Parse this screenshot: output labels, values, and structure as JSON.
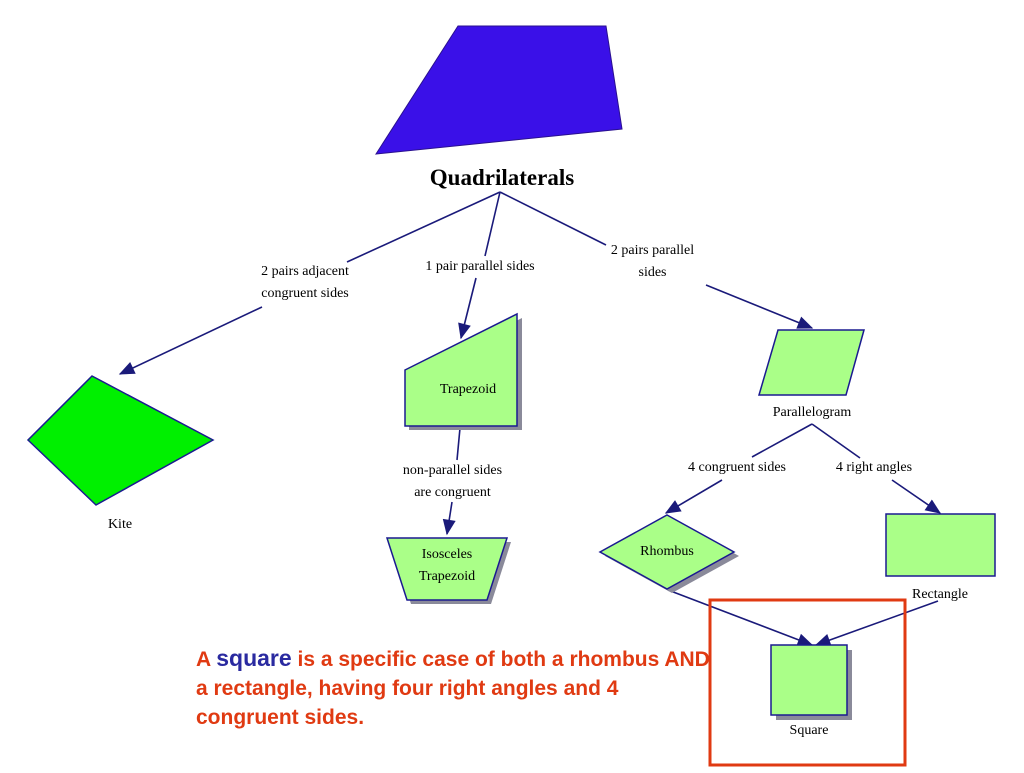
{
  "colors": {
    "top_shape": "#3a10e8",
    "kite": "#00f000",
    "node_fill": "#aaff88",
    "node_stroke": "#1a1a90",
    "shadow": "#8a8a9a",
    "edge": "#1a1a7a",
    "highlight_box": "#e03a12",
    "caption_text": "#e03a12",
    "caption_emphasis": "#2a2aa0"
  },
  "root": {
    "title": "Quadrilaterals"
  },
  "edges": {
    "kite": "2 pairs adjacent\ncongruent sides",
    "trapezoid": "1 pair parallel sides",
    "parallelogram": "2 pairs parallel\nsides",
    "isosceles": "non-parallel sides\nare congruent",
    "rhombus": "4 congruent sides",
    "rectangle": "4 right angles"
  },
  "nodes": {
    "kite": "Kite",
    "trapezoid": "Trapezoid",
    "isosceles": "Isosceles\nTrapezoid",
    "parallelogram": "Parallelogram",
    "rhombus": "Rhombus",
    "rectangle": "Rectangle",
    "square": "Square"
  },
  "caption": {
    "lead": "A ",
    "emphasis": "square",
    "rest": " is a specific case of both a rhombus AND a rectangle, having four right angles and 4 congruent sides."
  }
}
